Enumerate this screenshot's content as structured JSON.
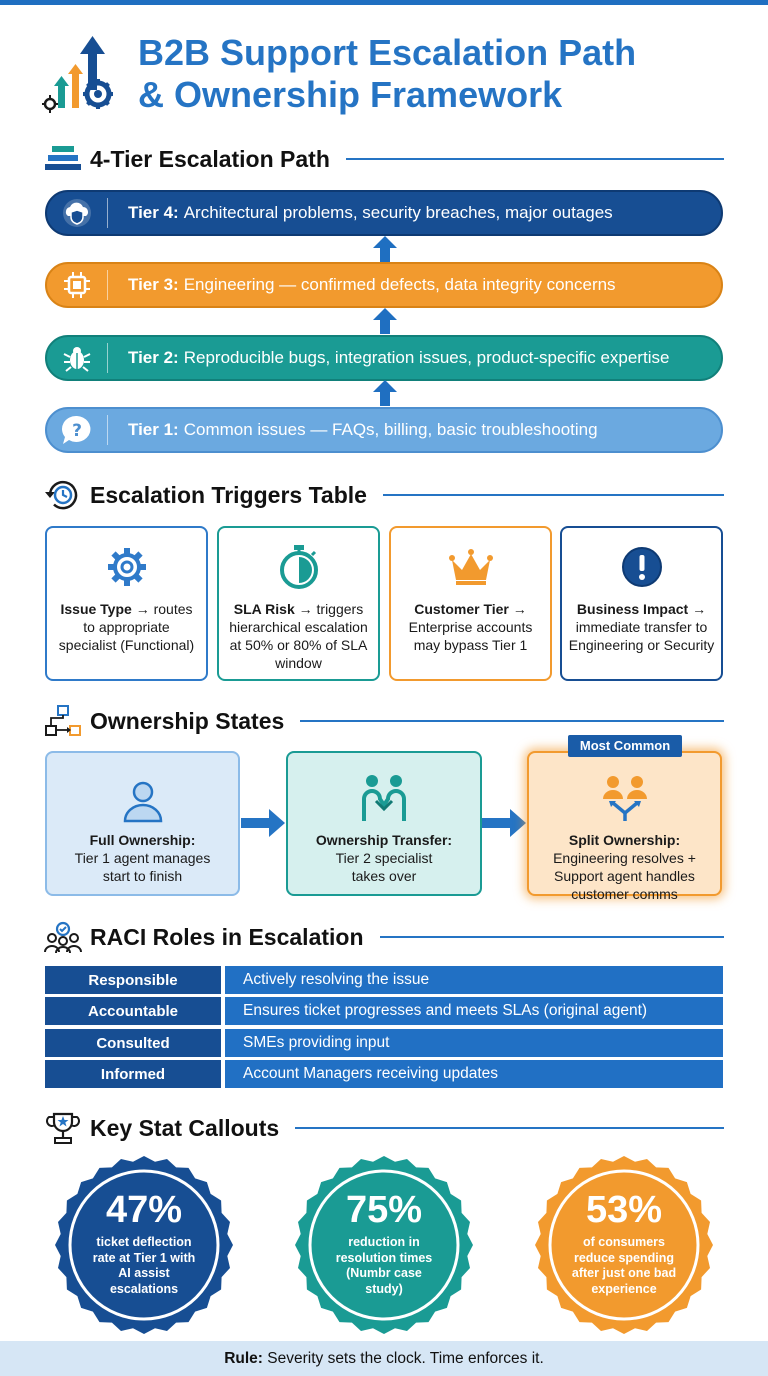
{
  "title": {
    "line1": "B2B Support Escalation Path",
    "line2": "& Ownership Framework"
  },
  "sections": {
    "tiers": "4-Tier Escalation Path",
    "triggers": "Escalation Triggers Table",
    "ownership": "Ownership States",
    "raci": "RACI Roles in Escalation",
    "stats": "Key Stat Callouts"
  },
  "tiers": [
    {
      "label": "Tier 4:",
      "text": "Architectural problems, security breaches, major outages",
      "icon": "cloud-shield-icon",
      "color": "#174e93"
    },
    {
      "label": "Tier 3:",
      "text": "Engineering — confirmed defects, data integrity concerns",
      "icon": "chip-icon",
      "color": "#f29a2e"
    },
    {
      "label": "Tier 2:",
      "text": "Reproducible bugs, integration issues, product-specific expertise",
      "icon": "bug-icon",
      "color": "#1a9b94"
    },
    {
      "label": "Tier 1:",
      "text": "Common issues — FAQs, billing, basic troubleshooting",
      "icon": "question-icon",
      "color": "#6ba9e0"
    }
  ],
  "triggers": [
    {
      "label": "Issue Type →",
      "text": "routes to appropriate specialist (Functional)",
      "icon": "gear-icon",
      "color": "#2f7ac9"
    },
    {
      "label": "SLA Risk →",
      "text": "triggers hierarchical escalation at 50% or 80% of SLA window",
      "icon": "stopwatch-icon",
      "color": "#1a9b94"
    },
    {
      "label": "Customer Tier →",
      "text": "Enterprise accounts may bypass Tier 1",
      "icon": "crown-icon",
      "color": "#f29a2e"
    },
    {
      "label": "Business Impact →",
      "text": "immediate transfer to Engineering or Security",
      "icon": "alert-icon",
      "color": "#174e93"
    }
  ],
  "ownership": [
    {
      "label": "Full Ownership:",
      "text": "Tier 1 agent manages start to finish",
      "icon": "person-icon"
    },
    {
      "label": "Ownership Transfer:",
      "text": "Tier 2 specialist takes over",
      "icon": "handshake-icon"
    },
    {
      "label": "Split Ownership:",
      "text": "Engineering resolves + Support agent handles customer comms",
      "icon": "split-people-icon",
      "badge": "Most Common"
    }
  ],
  "raci": [
    {
      "role": "Responsible",
      "desc": "Actively resolving the issue"
    },
    {
      "role": "Accountable",
      "desc": "Ensures ticket progresses and meets SLAs (original agent)"
    },
    {
      "role": "Consulted",
      "desc": "SMEs providing input"
    },
    {
      "role": "Informed",
      "desc": "Account Managers receiving updates"
    }
  ],
  "stats": [
    {
      "value": "47%",
      "line1": "ticket deflection",
      "line2": "rate at Tier 1 with",
      "line3": "AI assist",
      "line4": "escalations",
      "color": "#174e93"
    },
    {
      "value": "75%",
      "line1": "reduction in",
      "line2": "resolution times",
      "line3": "(Numbr case",
      "line4": "study)",
      "color": "#1a9b94"
    },
    {
      "value": "53%",
      "line1": "of consumers",
      "line2": "reduce spending",
      "line3": "after just one bad",
      "line4": "experience",
      "color": "#f29a2e"
    }
  ],
  "footer": {
    "label": "Rule:",
    "text": "Severity sets the clock. Time enforces it."
  }
}
